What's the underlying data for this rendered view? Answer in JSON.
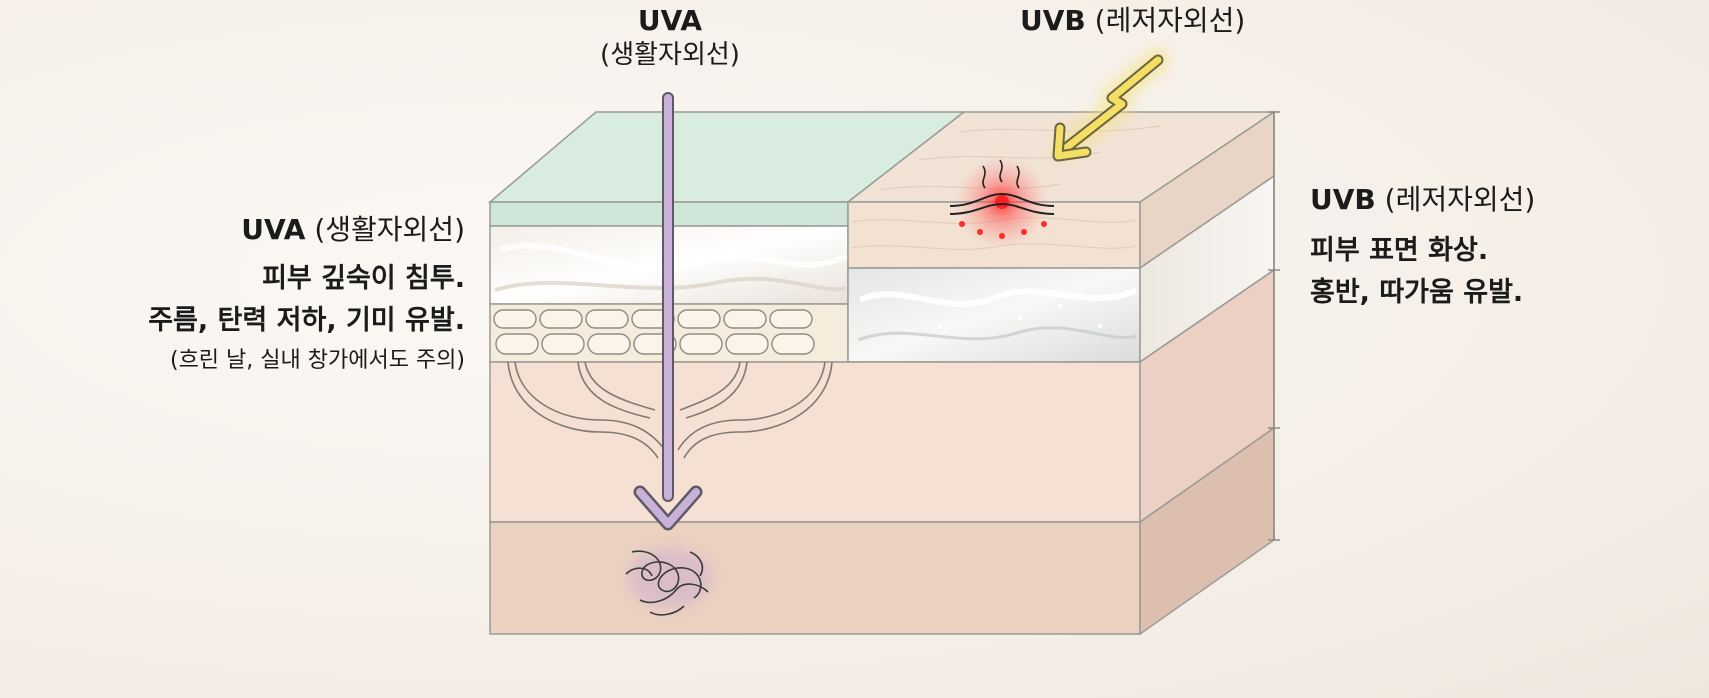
{
  "top_uva": {
    "title": "UVA",
    "subtitle": "(생활자외선)"
  },
  "top_uvb": {
    "title": "UVB",
    "subtitle": "(레저자외선)"
  },
  "left": {
    "title": "UVA",
    "subtitle": "(생활자외선)",
    "line1": "피부 깊숙이 침투.",
    "line2": "주름, 탄력 저하, 기미 유발.",
    "note": "(흐린 날, 실내 창가에서도 주의)"
  },
  "right": {
    "title": "UVB",
    "subtitle": "(레저자외선)",
    "line1": "피부 표면 화상.",
    "line2": "홍반, 따가움 유발."
  },
  "colors": {
    "background": "#f5efe8",
    "top_mint": "#d5ebdf",
    "epidermis": "#f3e3d6",
    "dermis": "#f4dccf",
    "subcutis": "#ead0bf",
    "uva_arrow": "#b79ac9",
    "uvb_arrow": "#f2dc5a",
    "burn_red": "#ff3b3b"
  }
}
